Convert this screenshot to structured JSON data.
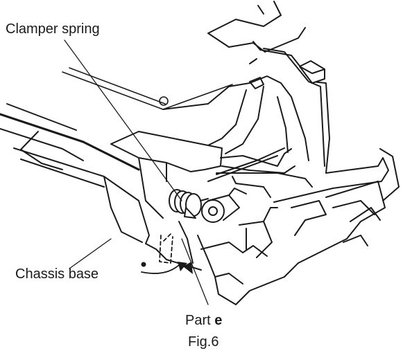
{
  "figure": {
    "labels": {
      "clamper_spring": "Clamper spring",
      "chassis_base": "Chassis base",
      "part_prefix": "Part",
      "part_letter": "e",
      "caption": "Fig.6"
    },
    "colors": {
      "line": "#1a1a1a",
      "background": "#ffffff"
    },
    "icons": [
      "rotation-arrow-icon",
      "insertion-arrow-icon"
    ]
  }
}
